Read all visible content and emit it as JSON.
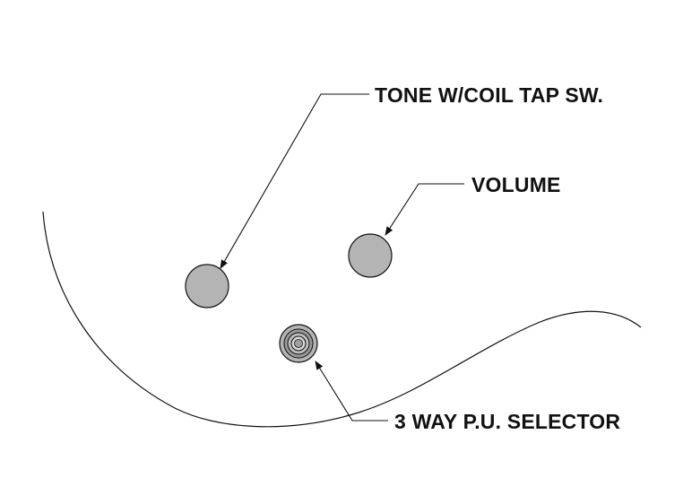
{
  "labels": {
    "tone": "TONE W/COIL TAP SW.",
    "volume": "VOLUME",
    "selector": "3 WAY P.U. SELECTOR"
  },
  "colors": {
    "knob_fill": "#b4b4b4",
    "line": "#111111",
    "background": "#ffffff"
  },
  "icons": {
    "tone_knob": "circle-knob",
    "volume_knob": "circle-knob",
    "selector": "toggle-switch"
  }
}
